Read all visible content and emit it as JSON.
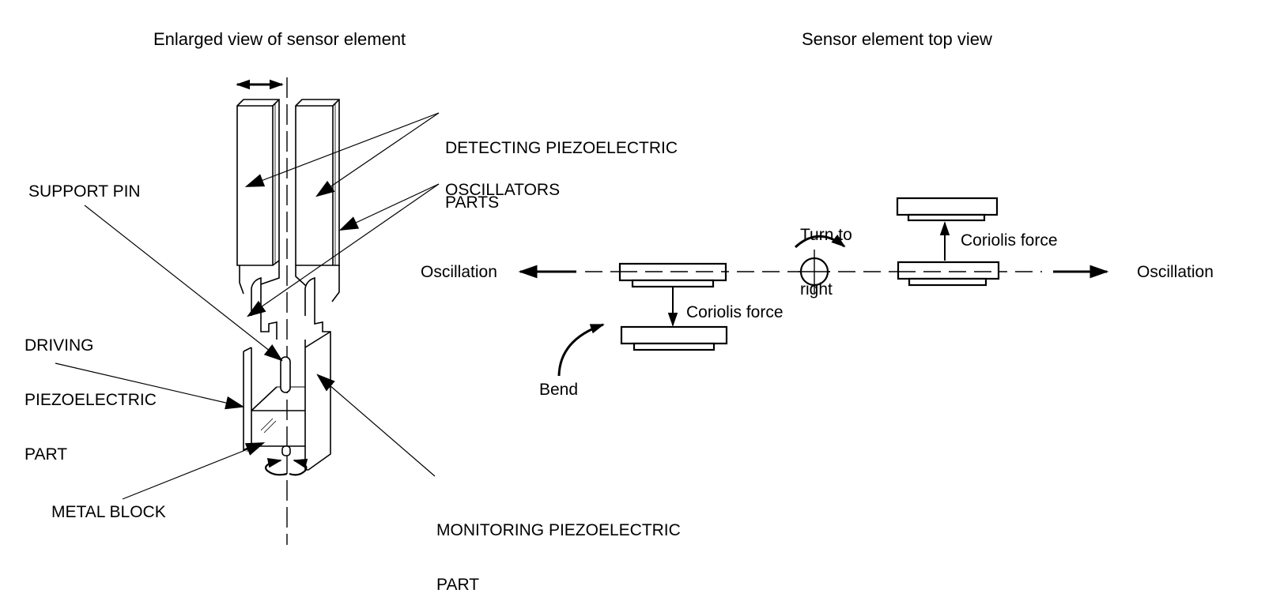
{
  "left_view": {
    "title": "Enlarged view of sensor element",
    "labels": {
      "detecting": [
        "DETECTING PIEZOELECTRIC",
        "PARTS"
      ],
      "oscillators": "OSCILLATORS",
      "support_pin": "SUPPORT PIN",
      "driving": [
        "DRIVING",
        "PIEZOELECTRIC",
        "PART"
      ],
      "metal_block": "METAL BLOCK",
      "monitoring": [
        "MONITORING PIEZOELECTRIC",
        "PART"
      ]
    }
  },
  "right_view": {
    "title": "Sensor element top view",
    "labels": {
      "oscillation_left": "Oscillation",
      "oscillation_right": "Oscillation",
      "coriolis_lower": "Coriolis force",
      "coriolis_upper": "Coriolis force",
      "turn": [
        "Turn to",
        "right"
      ],
      "bend": "Bend"
    }
  },
  "colors": {
    "line": "#000000",
    "background": "#ffffff"
  }
}
